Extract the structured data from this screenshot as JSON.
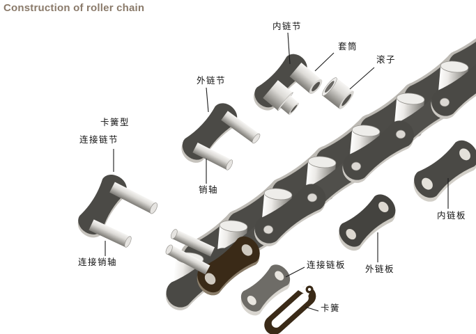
{
  "title": "Construction of roller chain",
  "labels": {
    "inner_link": "内链节",
    "bushing": "套筒",
    "roller": "滚子",
    "outer_link": "外链节",
    "clip_link_line1": "卡簧型",
    "clip_link_line2": "连接链节",
    "pin": "销轴",
    "connecting_pin": "连接销轴",
    "connecting_plate": "连接链板",
    "outer_plate": "外链板",
    "inner_plate": "内链板",
    "clip": "卡簧"
  },
  "colors": {
    "title_text": "#8a7a6a",
    "label_text": "#111111",
    "leader_line": "#1a1a1a",
    "plate_dark": "#4b4a46",
    "plate_rim_light": "#c6c3bd",
    "metal_highlight": "#fdfdfc",
    "metal_shadow": "#7b7975",
    "brown_part": "#3a2a17",
    "background": "#ffffff"
  }
}
